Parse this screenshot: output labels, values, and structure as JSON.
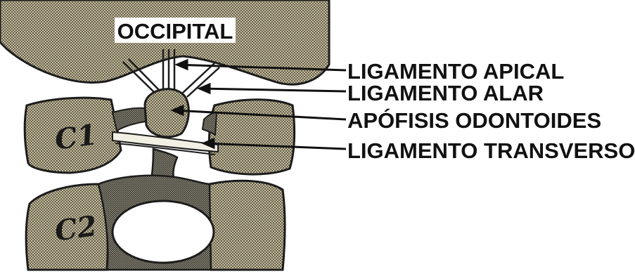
{
  "title": "OCCIPITAL",
  "vertebrae": {
    "c1": "C1",
    "c2": "C2"
  },
  "labels": [
    {
      "id": "apical",
      "text": "LIGAMENTO APICAL"
    },
    {
      "id": "alar",
      "text": "LIGAMENTO ALAR"
    },
    {
      "id": "odontoid",
      "text": "APÓFISIS ODONTOIDES"
    },
    {
      "id": "transverse",
      "text": "LIGAMENTO TRANSVERSO"
    }
  ],
  "colors": {
    "bone": "#c8bd96",
    "boneDark": "#2b2b2b",
    "ink": "#111111",
    "paper": "#ffffff"
  }
}
